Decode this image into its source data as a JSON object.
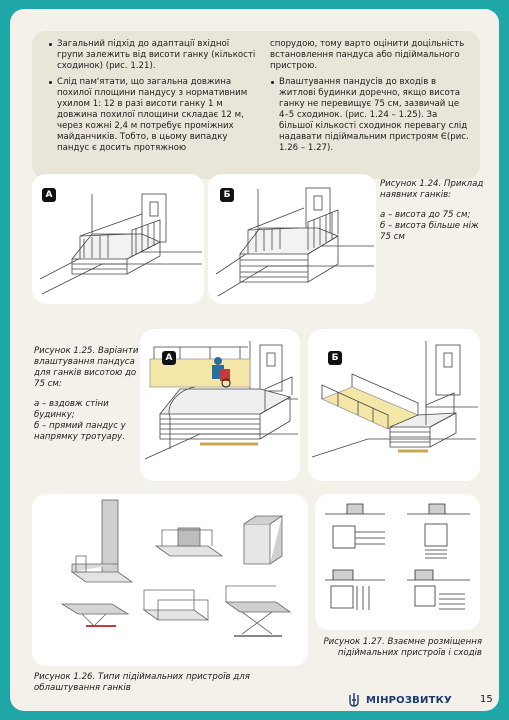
{
  "text": {
    "left": [
      {
        "bullet": true,
        "text": "Загальний підхід до адаптації вхідної групи залежить від висоти ганку (кількості сходинок) (рис. 1.21)."
      },
      {
        "bullet": true,
        "text": "Слід пам'ятати, що загальна довжина похилої площини пандусу з нормативним ухилом 1: 12 в разі висоти ганку 1 м довжина похилої площини складає 12 м, через кожні 2,4 м потребує проміжних майданчиків. Тобто, в цьому випадку пандус є досить протяжною"
      }
    ],
    "right": [
      {
        "bullet": false,
        "text": "спорудою, тому варто оцінити доцільність встановлення пандуса або підіймального пристрою."
      },
      {
        "bullet": true,
        "text": "Влаштування пандусів до входів в житлові будинки доречно, якщо висота ганку не перевищує 75 см, зазвичай це 4–5 сходинок. (рис. 1.24 – 1.25). За більшої кількості сходинок перевагу слід надавати підіймальним пристроям Є(рис. 1.26 – 1.27)."
      }
    ]
  },
  "figures": {
    "fig124": {
      "badge_a": "А",
      "badge_b": "Б",
      "caption_title": "Рисунок 1.24. Приклад наявних ганків:",
      "caption_a": "а – висота до 75 см;",
      "caption_b": "б – висота більше ніж 75 см"
    },
    "fig125": {
      "badge_a": "А",
      "badge_b": "Б",
      "caption_title": "Рисунок 1.25. Варіанти влаштування пандуса для ганків висотою до 75 см:",
      "caption_a": "а – вздовж стіни будинку;",
      "caption_b": "б – прямий пандус у напрямку тротуару."
    },
    "fig126": {
      "caption": "Рисунок 1.26. Типи підіймальних пристроїв для облаштування ганків"
    },
    "fig127": {
      "caption": "Рисунок 1.27. Взаємне розміщення підіймальних пристроїв і сходів"
    }
  },
  "footer": {
    "logo_text": "МІНРОЗВИТКУ",
    "page_number": "15"
  },
  "colors": {
    "frame": "#1fa7a7",
    "page": "#f4f1ea",
    "card": "#e9e5d9",
    "ramp": "#f3e6a6",
    "brand": "#1b3a6b"
  }
}
